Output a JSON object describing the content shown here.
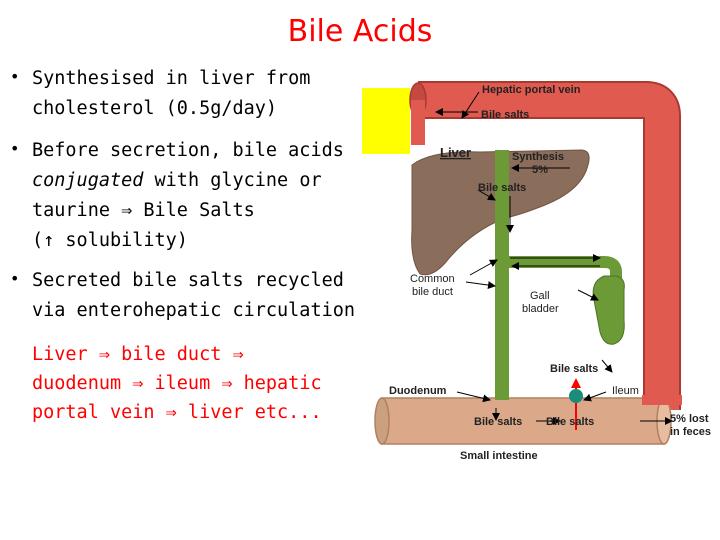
{
  "title": "Bile Acids",
  "bullets": [
    {
      "line1": "Synthesised in liver from",
      "line2": "cholesterol (0.5g/day)"
    },
    {
      "line1": "Before secretion, bile acids",
      "line2_italic": "conjugated",
      "line2_rest": " with glycine or",
      "line3": "taurine ⇒ Bile Salts",
      "line4": "(↑ solubility)"
    },
    {
      "line1": "Secreted bile salts recycled",
      "line2": "via enterohepatic circulation"
    }
  ],
  "pathway": {
    "line1": "Liver ⇒ bile duct ⇒",
    "line2": "duodenum ⇒ ileum ⇒ hepatic",
    "line3": "portal vein ⇒ liver etc..."
  },
  "diagram": {
    "labels": {
      "hepatic_portal_vein": "Hepatic portal vein",
      "bile_salts_top": "Bile salts",
      "liver": "Liver",
      "synthesis": "Synthesis",
      "synthesis_pct": "5%",
      "bile_salts_liver": "Bile salts",
      "common_bile_duct_1": "Common",
      "common_bile_duct_2": "bile duct",
      "gall_bladder_1": "Gall",
      "gall_bladder_2": "bladder",
      "bile_salts_ileum": "Bile salts",
      "duodenum": "Duodenum",
      "ileum": "Ileum",
      "bile_salts_bottom_1": "Bile salts",
      "bile_salts_bottom_2": "Bile salts",
      "lost_1": "5% lost",
      "lost_2": "in feces",
      "small_intestine": "Small intestine"
    },
    "colors": {
      "vein": "#e05a50",
      "liver": "#8b6d5c",
      "duct": "#6b9a36",
      "intestine": "#dba98a",
      "highlight": "#ffff00",
      "node": "#1a8c7a"
    }
  }
}
